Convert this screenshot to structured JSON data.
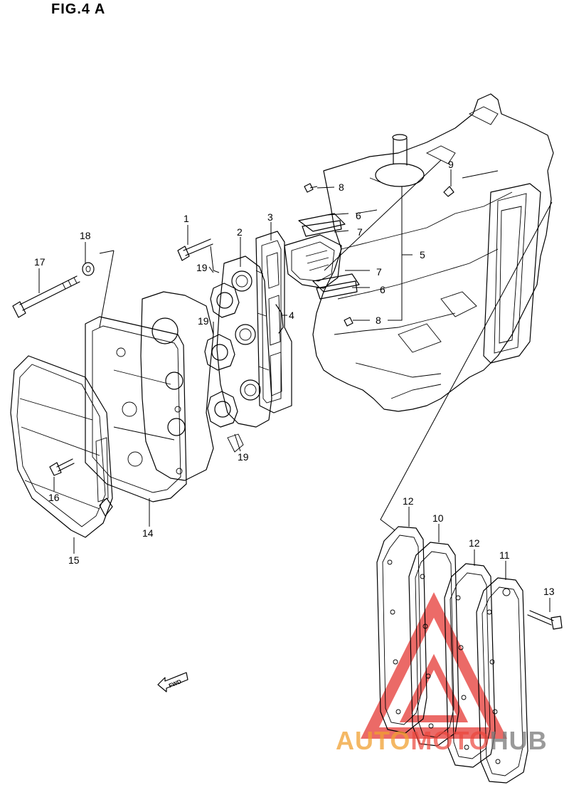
{
  "title": "FIG.4 A",
  "callouts": {
    "c1": "1",
    "c2": "2",
    "c3": "3",
    "c4": "4",
    "c5": "5",
    "c6a": "6",
    "c6b": "6",
    "c7a": "7",
    "c7b": "7",
    "c8a": "8",
    "c8b": "8",
    "c9": "9",
    "c10": "10",
    "c11": "11",
    "c12a": "12",
    "c12b": "12",
    "c13": "13",
    "c14": "14",
    "c15": "15",
    "c16": "16",
    "c17": "17",
    "c18": "18",
    "c19a": "19",
    "c19b": "19",
    "c19c": "19"
  },
  "fwd_label": "FWD",
  "watermark": {
    "part1": "AUTO",
    "part2": "MOTO",
    "part3": "HUB"
  },
  "colors": {
    "line": "#000000",
    "watermark_red": "#e53935",
    "watermark_orange": "#f0a032",
    "watermark_gray": "#777777"
  }
}
